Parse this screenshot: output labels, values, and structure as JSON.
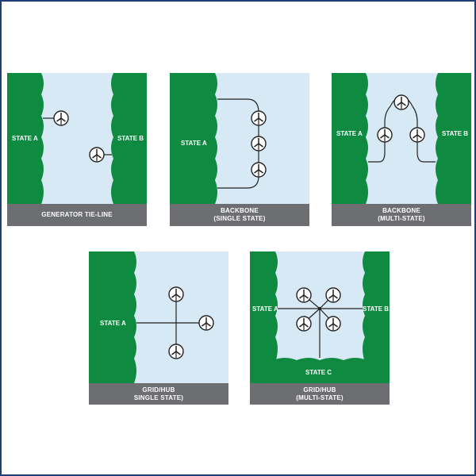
{
  "colors": {
    "water": "#d6e9f5",
    "land": "#0f8a41",
    "caption_bg": "#6d6e71",
    "border": "#1f3f7a",
    "line": "#222222"
  },
  "icon": "wind-turbine-icon",
  "panels": [
    {
      "caption": [
        "GENERATOR TIE-LINE"
      ],
      "states": [
        "STATE A",
        "STATE B"
      ]
    },
    {
      "caption": [
        "BACKBONE",
        "(SINGLE STATE)"
      ],
      "states": [
        "STATE A"
      ]
    },
    {
      "caption": [
        "BACKBONE",
        "(MULTI-STATE)"
      ],
      "states": [
        "STATE A",
        "STATE B"
      ]
    },
    {
      "caption": [
        "GRID/HUB",
        "SINGLE STATE)"
      ],
      "states": [
        "STATE A"
      ]
    },
    {
      "caption": [
        "GRID/HUB",
        "(MULTI-STATE)"
      ],
      "states": [
        "STATE A",
        "STATE B",
        "STATE C"
      ]
    }
  ]
}
